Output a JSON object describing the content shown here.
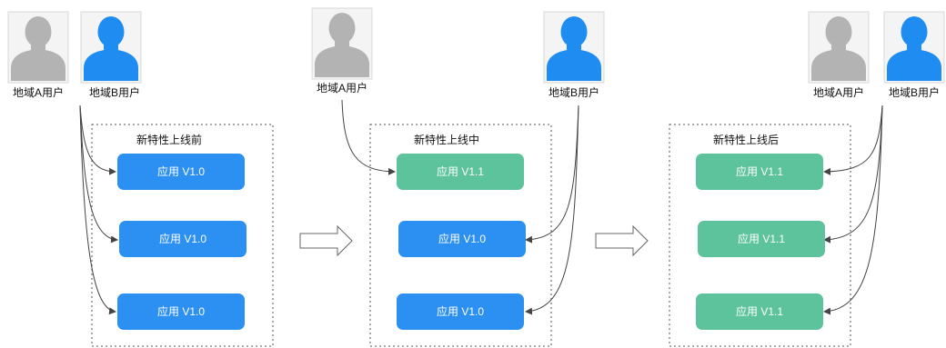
{
  "colors": {
    "user_a": "#b3b3b3",
    "user_b": "#1f8cf2",
    "app_old": "#2c8ff2",
    "app_new": "#5cc39c",
    "line": "#444444",
    "frame": "#555555"
  },
  "stages": [
    {
      "title": "新特性上线前",
      "user_a_label": "地域A用户",
      "user_b_label": "地域B用户",
      "apps": [
        "应用 V1.0",
        "应用 V1.0",
        "应用 V1.0"
      ],
      "app_versions": [
        "old",
        "old",
        "old"
      ]
    },
    {
      "title": "新特性上线中",
      "user_a_label": "地域A用户",
      "user_b_label": "地域B用户",
      "apps": [
        "应用 V1.1",
        "应用 V1.0",
        "应用 V1.0"
      ],
      "app_versions": [
        "new",
        "old",
        "old"
      ]
    },
    {
      "title": "新特性上线后",
      "user_a_label": "地域A用户",
      "user_b_label": "地域B用户",
      "apps": [
        "应用 V1.1",
        "应用 V1.1",
        "应用 V1.1"
      ],
      "app_versions": [
        "new",
        "new",
        "new"
      ]
    }
  ],
  "icons": [
    "user-icon",
    "right-arrow-icon"
  ]
}
